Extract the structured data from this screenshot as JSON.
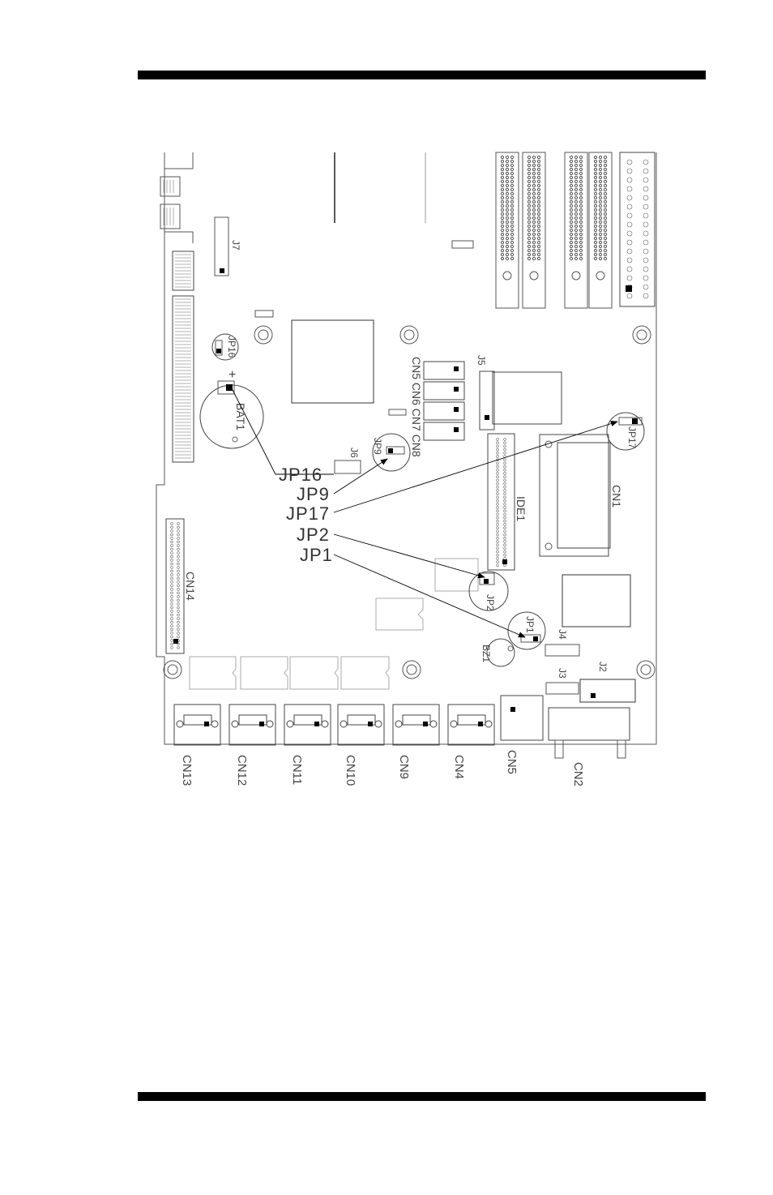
{
  "page": {
    "callouts": [
      "JP16",
      "JP9",
      "JP17",
      "JP2",
      "JP1"
    ],
    "bottom_connectors": [
      "CN13",
      "CN12",
      "CN11",
      "CN10",
      "CN9",
      "CN4",
      "CN5",
      "CN2"
    ],
    "board_labels": {
      "j7": "J7",
      "jp16_circle": "JP16",
      "bat1": "BAT1",
      "j6": "J6",
      "jp9_circle": "JP9",
      "cn5_8": "CN5 CN6 CN7 CN8",
      "j5": "J5",
      "jp17_circle": "JP17",
      "cn1": "CN1",
      "ide1": "IDE1",
      "jp2_circle": "JP2",
      "cn14": "CN14",
      "jp1_circle": "JP1",
      "j4": "J4",
      "bz1": "BZ1",
      "j3": "J3",
      "j2": "J2"
    }
  },
  "colors": {
    "ink": "#000000",
    "line": "#333333",
    "faint": "#888888"
  }
}
